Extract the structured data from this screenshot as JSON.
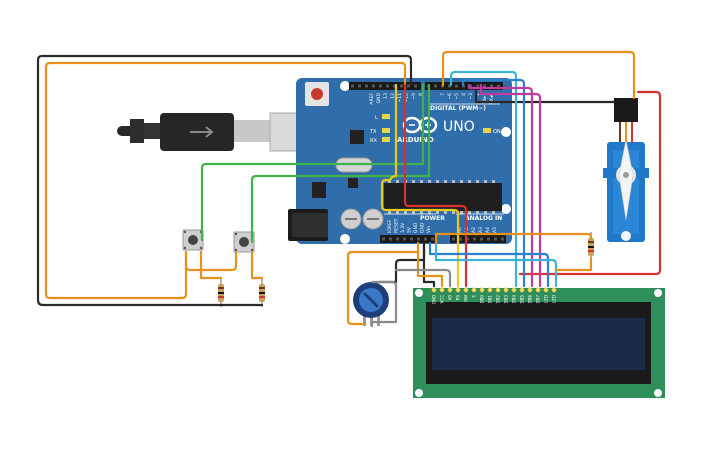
{
  "board": {
    "brand": "ARDUINO",
    "model": "UNO",
    "digital_label": "DIGITAL (PWM~)",
    "power_label": "POWER",
    "analog_label": "ANALOG IN",
    "on_label": "ON",
    "led_labels": [
      "L",
      "TX",
      "RX"
    ],
    "left_header_labels": [
      "AREF",
      "GND",
      "13",
      "12",
      "~11",
      "~10",
      "~9",
      "8"
    ],
    "right_header_labels": [
      "7",
      "~6",
      "~5",
      "4",
      "~3",
      "2",
      "TX▸1",
      "RX◂0"
    ],
    "power_pin_labels": [
      "IOREF",
      "RESET",
      "3.3V",
      "5V",
      "GND",
      "GND",
      "Vin"
    ],
    "analog_pin_labels": [
      "A0",
      "A1",
      "A2",
      "A3",
      "A4",
      "A5"
    ]
  },
  "lcd": {
    "pin_labels": [
      "GND",
      "VCC",
      "V0",
      "RS",
      "RW",
      "E",
      "DB0",
      "DB1",
      "DB2",
      "DB3",
      "DB4",
      "DB5",
      "DB6",
      "DB7",
      "LED",
      "LED"
    ]
  },
  "colors": {
    "board": "#2f6eaa",
    "lcd_pcb": "#2f8f5a",
    "lcd_screen": "#1c2a4a",
    "servo": "#1f78c8",
    "wire_orange": "#e8901c",
    "wire_black": "#2a2a2a",
    "wire_green": "#3fb34a",
    "wire_red": "#d63131",
    "wire_yellow": "#e8c81c",
    "wire_blue": "#2e7fcf",
    "wire_cyan": "#3cb3d6",
    "wire_magenta": "#c03aa0"
  },
  "icons": {
    "usb_plug": "usb-cable-icon",
    "potentiometer": "potentiometer-icon",
    "servo": "servo-motor-icon",
    "pushbutton": "pushbutton-icon",
    "resistor": "resistor-icon"
  }
}
